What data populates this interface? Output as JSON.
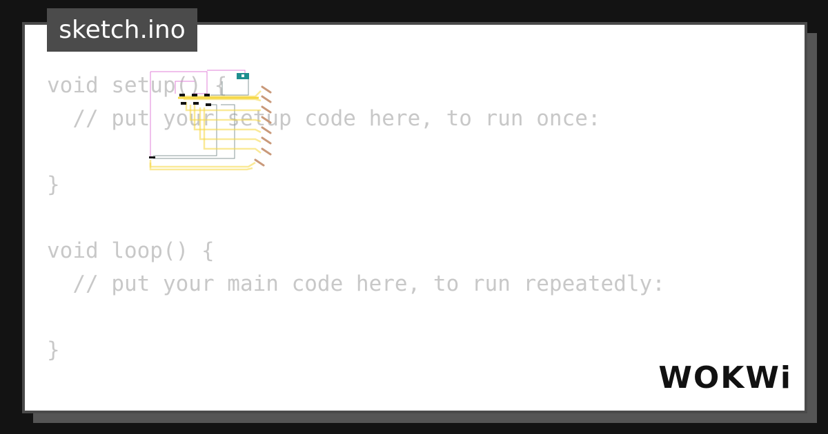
{
  "file_tab": {
    "label": "sketch.ino"
  },
  "code": {
    "lines": [
      "void setup() {",
      "  // put your setup code here, to run once:",
      "",
      "}",
      "",
      "void loop() {",
      "  // put your main code here, to run repeatedly:",
      "",
      "}"
    ]
  },
  "brand": {
    "logo_text": "WOKWi"
  },
  "colors": {
    "background": "#131313",
    "card": "#ffffff",
    "card_border": "#4a4a4a",
    "tab": "#4b4b4b",
    "code_text": "#c8c8c8",
    "wire_yellow": "#f5d742",
    "wire_pink": "#e080d8",
    "wire_gray": "#8a9a9a",
    "board_teal": "#1f8f8f"
  }
}
